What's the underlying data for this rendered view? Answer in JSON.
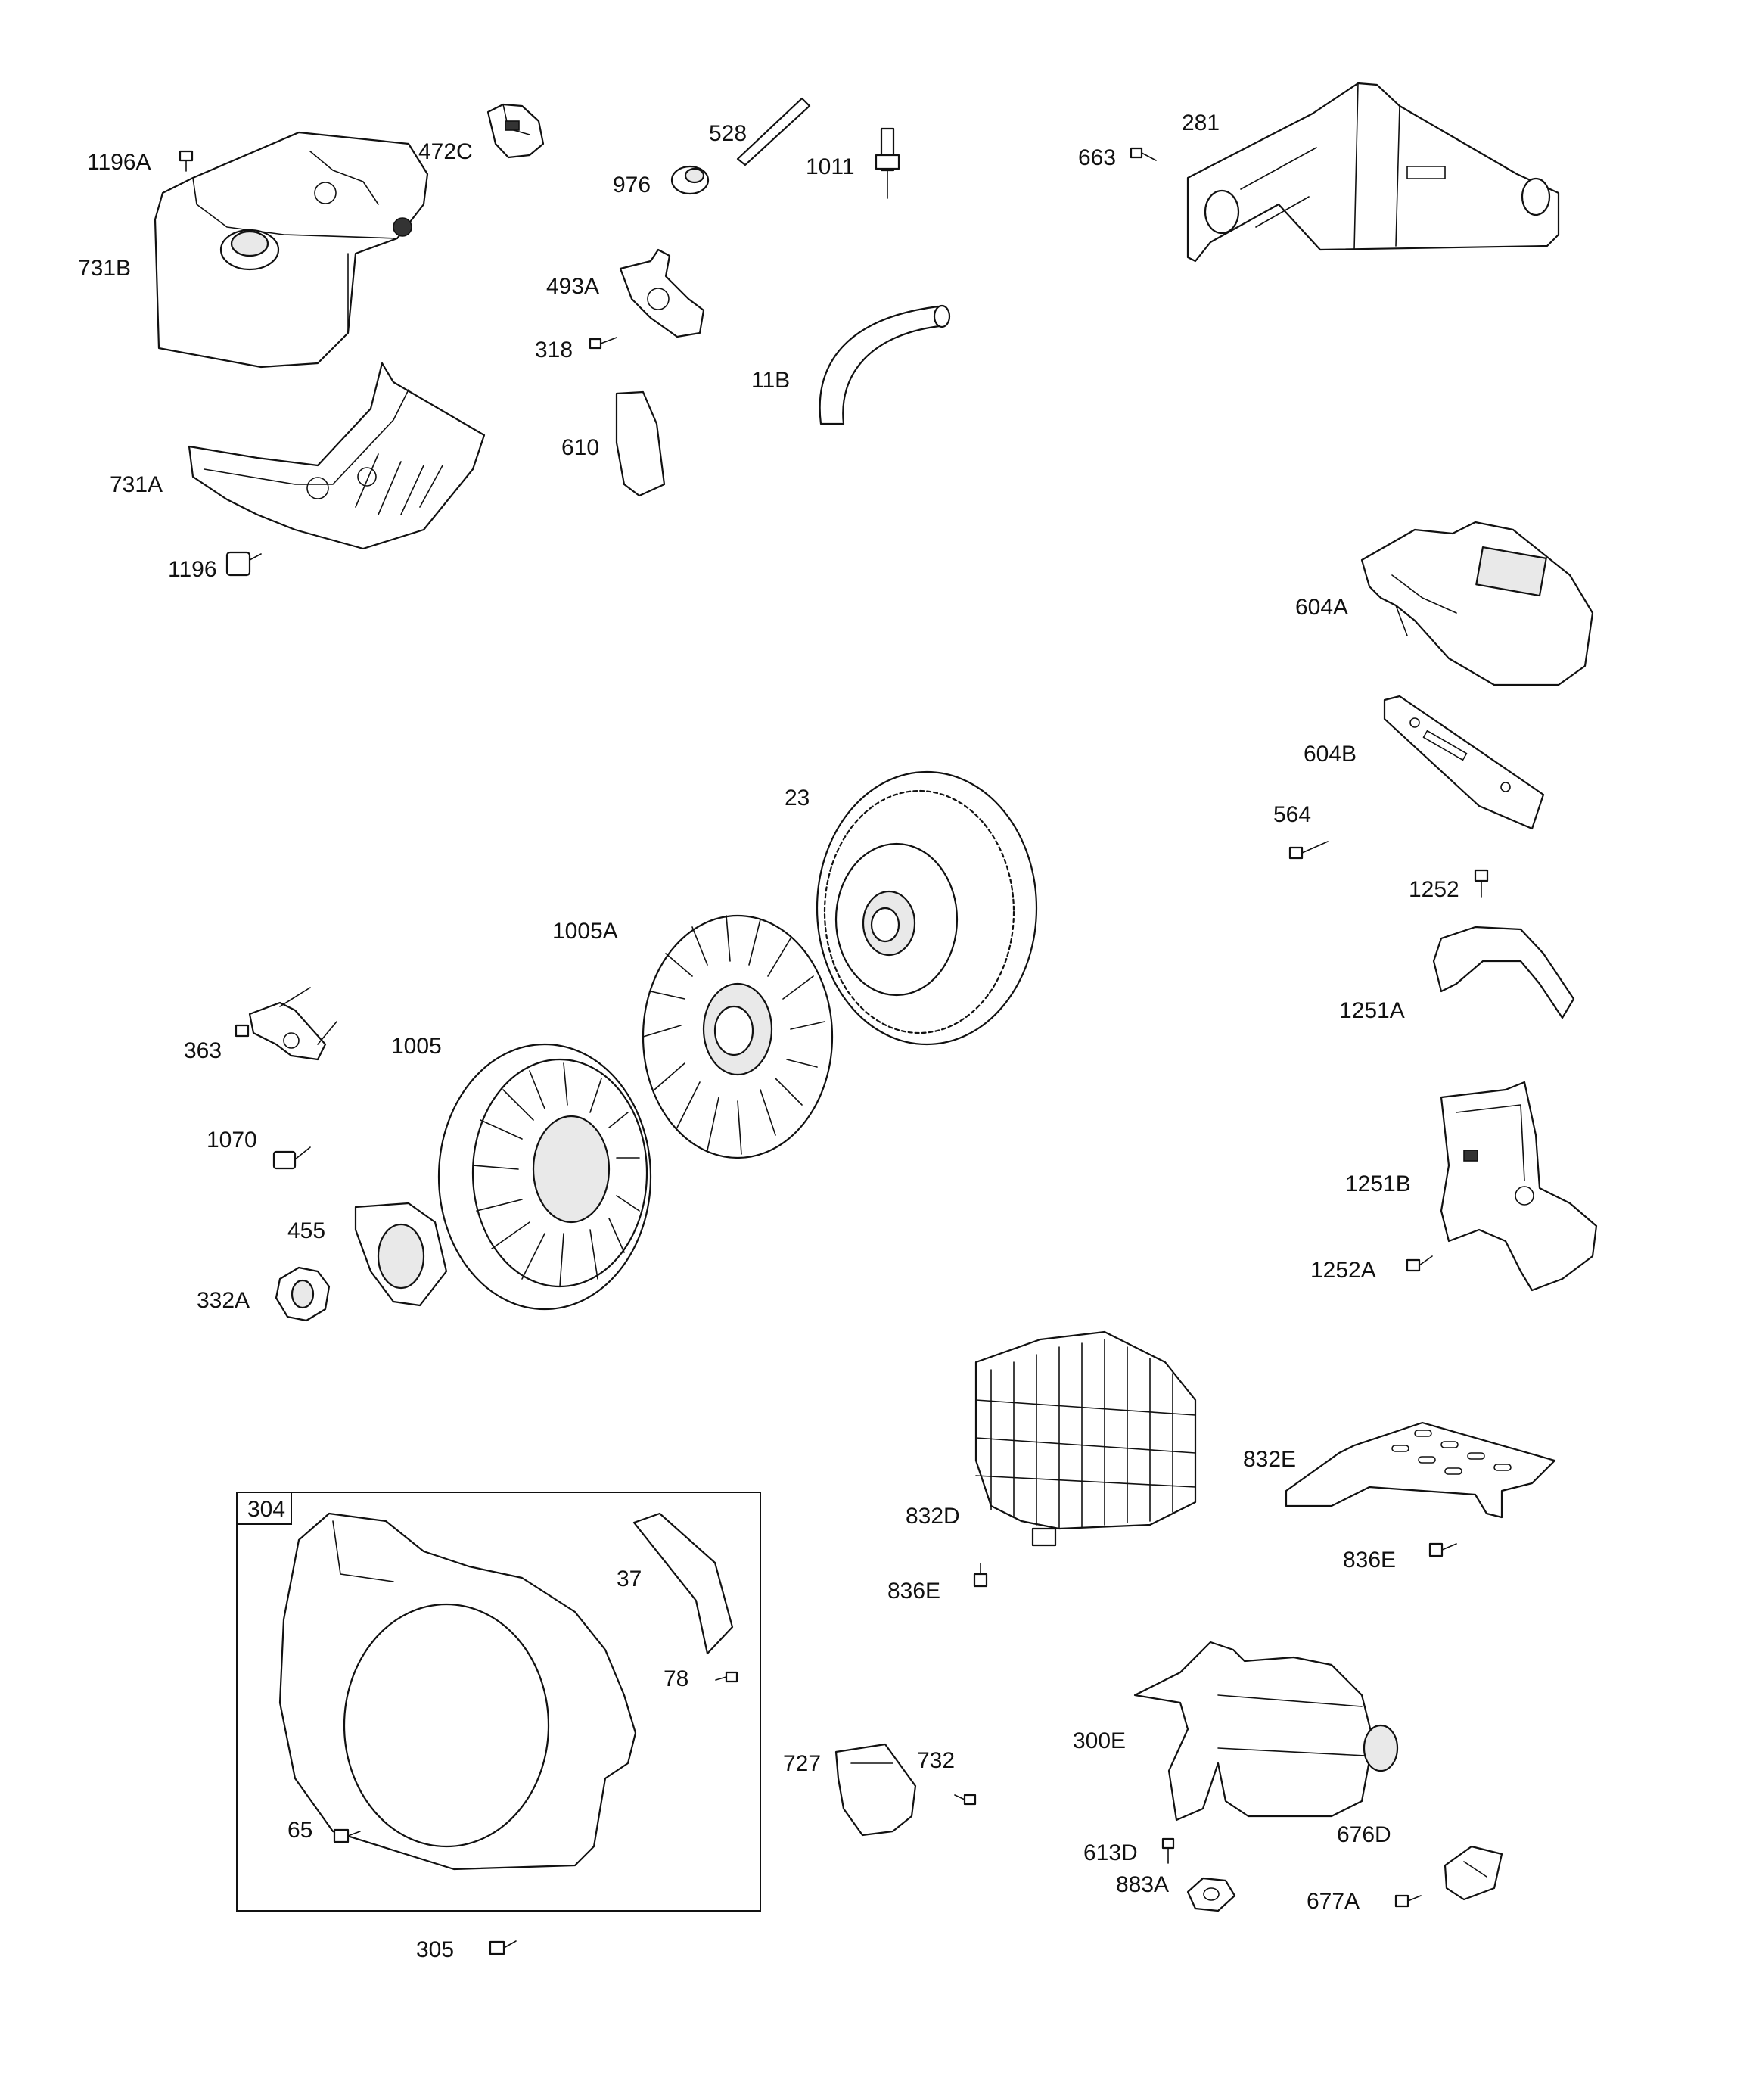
{
  "diagram": {
    "parts": [
      {
        "key": "p1196A",
        "label": "1196A"
      },
      {
        "key": "p472C",
        "label": "472C"
      },
      {
        "key": "p528",
        "label": "528"
      },
      {
        "key": "p976",
        "label": "976"
      },
      {
        "key": "p1011",
        "label": "1011"
      },
      {
        "key": "p663",
        "label": "663"
      },
      {
        "key": "p281",
        "label": "281"
      },
      {
        "key": "p731B",
        "label": "731B"
      },
      {
        "key": "p493A",
        "label": "493A"
      },
      {
        "key": "p318",
        "label": "318"
      },
      {
        "key": "p11B",
        "label": "11B"
      },
      {
        "key": "p610",
        "label": "610"
      },
      {
        "key": "p731A",
        "label": "731A"
      },
      {
        "key": "p1196",
        "label": "1196"
      },
      {
        "key": "p604A",
        "label": "604A"
      },
      {
        "key": "p604B",
        "label": "604B"
      },
      {
        "key": "p23",
        "label": "23"
      },
      {
        "key": "p564",
        "label": "564"
      },
      {
        "key": "p1252",
        "label": "1252"
      },
      {
        "key": "p1005A",
        "label": "1005A"
      },
      {
        "key": "p1251A",
        "label": "1251A"
      },
      {
        "key": "p363",
        "label": "363"
      },
      {
        "key": "p1005",
        "label": "1005"
      },
      {
        "key": "p1070",
        "label": "1070"
      },
      {
        "key": "p1251B",
        "label": "1251B"
      },
      {
        "key": "p455",
        "label": "455"
      },
      {
        "key": "p1252A",
        "label": "1252A"
      },
      {
        "key": "p332A",
        "label": "332A"
      },
      {
        "key": "p832E",
        "label": "832E"
      },
      {
        "key": "p304",
        "label": "304"
      },
      {
        "key": "p832D",
        "label": "832D"
      },
      {
        "key": "p37",
        "label": "37"
      },
      {
        "key": "p836E_a",
        "label": "836E"
      },
      {
        "key": "p836E_b",
        "label": "836E"
      },
      {
        "key": "p78",
        "label": "78"
      },
      {
        "key": "p300E",
        "label": "300E"
      },
      {
        "key": "p727",
        "label": "727"
      },
      {
        "key": "p732",
        "label": "732"
      },
      {
        "key": "p65",
        "label": "65"
      },
      {
        "key": "p613D",
        "label": "613D"
      },
      {
        "key": "p676D",
        "label": "676D"
      },
      {
        "key": "p883A",
        "label": "883A"
      },
      {
        "key": "p677A",
        "label": "677A"
      },
      {
        "key": "p305",
        "label": "305"
      }
    ]
  }
}
